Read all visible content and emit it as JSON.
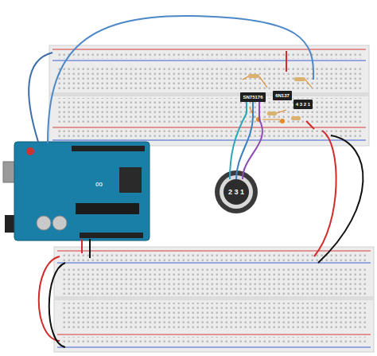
{
  "diagram": {
    "nodes": [
      {
        "text": [
          "SN75176"
        ]
      },
      {
        "text": [
          "6N137"
        ]
      },
      {
        "text": [
          "4 3 2 1"
        ]
      },
      {
        "text": [
          "2 3 1"
        ]
      }
    ],
    "edges": [
      {
        "from": 0,
        "to": 3,
        "arrow": "none"
      },
      {
        "from": 0,
        "to": 3,
        "arrow": "none"
      },
      {
        "from": 0,
        "to": 3,
        "arrow": "none"
      }
    ]
  }
}
